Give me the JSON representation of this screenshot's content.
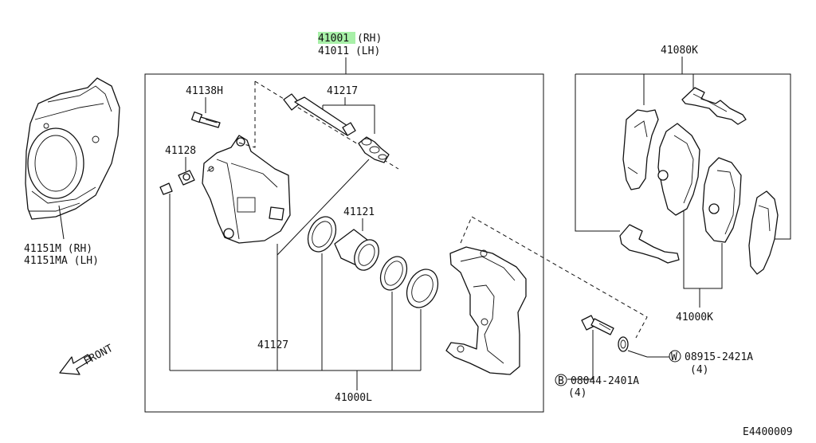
{
  "labels": {
    "caliper_assy_rh_num": "41001",
    "caliper_assy_rh_side": "(RH)",
    "caliper_assy_lh": "41011 (LH)",
    "pad_kit": "41080K",
    "bolt": "41138H",
    "pin_boot_kit": "41217",
    "bleeder": "41128",
    "piston_kit": "41121",
    "baffle_rh": "41151M  (RH)",
    "baffle_lh": "41151MA (LH)",
    "cylinder_body": "41127",
    "seal_kit": "41000L",
    "pad_set": "41000K",
    "washer_part": "08915-2421A",
    "washer_qty": "(4)",
    "washer_prefix": "W",
    "bolt_part": "08044-2401A",
    "bolt_qty": "(4)",
    "bolt_prefix": "B",
    "front": "FRONT",
    "diagram_id": "E4400009"
  },
  "colors": {
    "highlight": "#a8f0a8",
    "line": "#111111"
  }
}
